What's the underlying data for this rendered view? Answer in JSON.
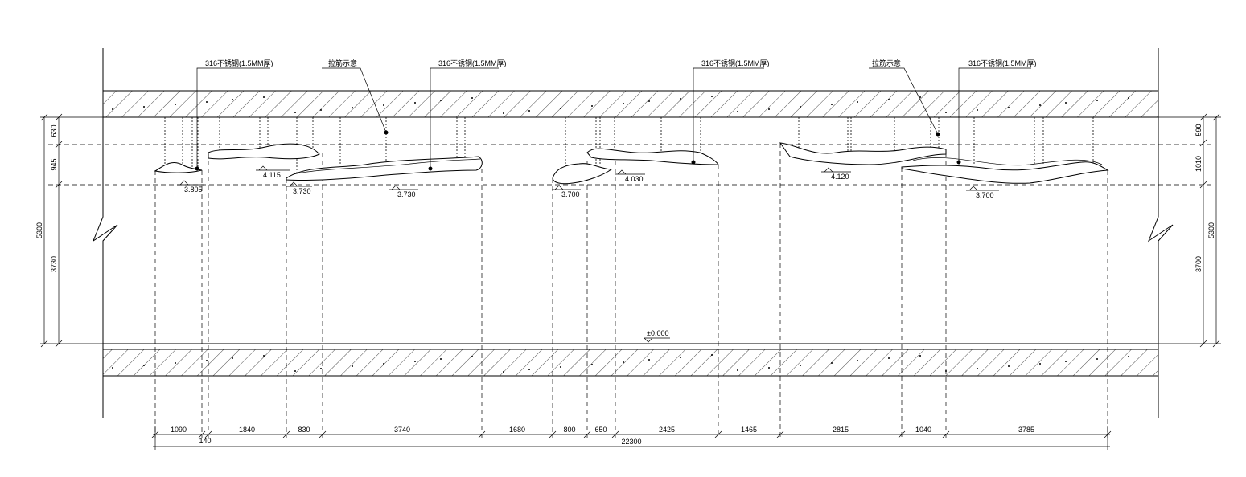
{
  "callouts": [
    {
      "text": "316不锈钢(1.5MM厚)"
    },
    {
      "text": "拉筋示意"
    },
    {
      "text": "316不锈钢(1.5MM厚)"
    },
    {
      "text": "316不锈钢(1.5MM厚)"
    },
    {
      "text": "拉筋示意"
    },
    {
      "text": "316不锈钢(1.5MM厚)"
    }
  ],
  "elevations": [
    "3.805",
    "4.115",
    "3.730",
    "3.730",
    "3.700",
    "4.030",
    "4.120",
    "3.700"
  ],
  "floor_level": "±0.000",
  "left_dims": [
    "630",
    "945",
    "5300",
    "3730"
  ],
  "right_dims": [
    "590",
    "1010",
    "5300",
    "3700"
  ],
  "bottom_dims": [
    "1090",
    "140",
    "1840",
    "830",
    "3740",
    "1680",
    "800",
    "650",
    "2425",
    "1465",
    "2815",
    "1040",
    "3785"
  ],
  "total_dim": "22300"
}
